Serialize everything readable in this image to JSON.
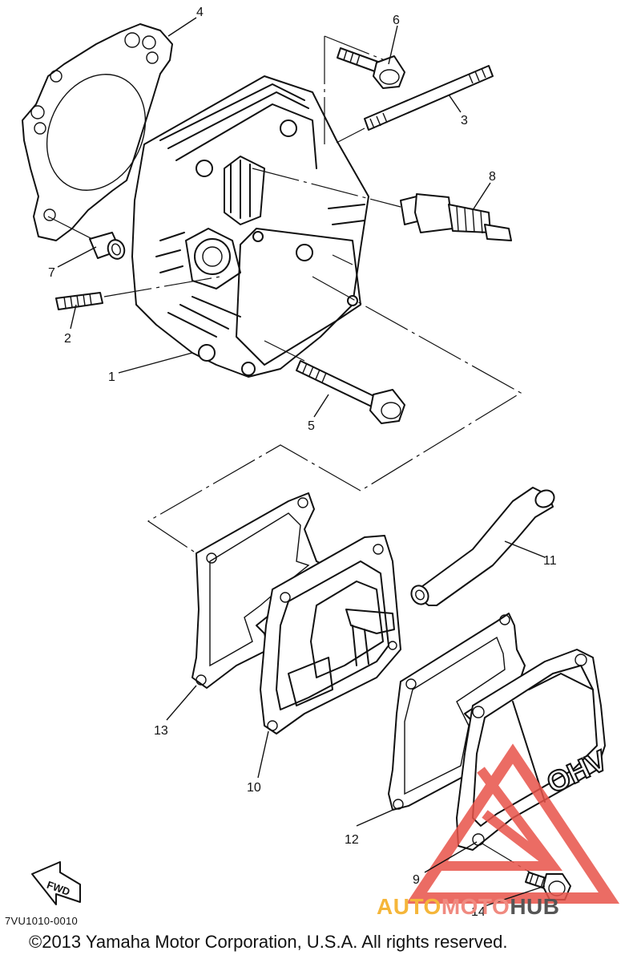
{
  "callouts": [
    {
      "id": "4",
      "label": "4"
    },
    {
      "id": "6",
      "label": "6"
    },
    {
      "id": "3",
      "label": "3"
    },
    {
      "id": "8",
      "label": "8"
    },
    {
      "id": "7",
      "label": "7"
    },
    {
      "id": "2",
      "label": "2"
    },
    {
      "id": "1",
      "label": "1"
    },
    {
      "id": "5",
      "label": "5"
    },
    {
      "id": "11",
      "label": "11"
    },
    {
      "id": "13",
      "label": "13"
    },
    {
      "id": "10",
      "label": "10"
    },
    {
      "id": "12",
      "label": "12"
    },
    {
      "id": "9",
      "label": "9"
    },
    {
      "id": "14",
      "label": "14"
    }
  ],
  "fwd_label": "FWD",
  "cover_mark": "OHV",
  "diagram_code": "7VU1010-0010",
  "copyright": "©2013 Yamaha Motor Corporation, U.S.A. All rights reserved.",
  "watermark": {
    "part1": "AUTO",
    "part2": "MOTO",
    "part3": "HUB",
    "colors": {
      "auto": "#f5b63a",
      "moto": "#f08a80",
      "hub": "#555555",
      "logo": "#e8534a"
    }
  }
}
